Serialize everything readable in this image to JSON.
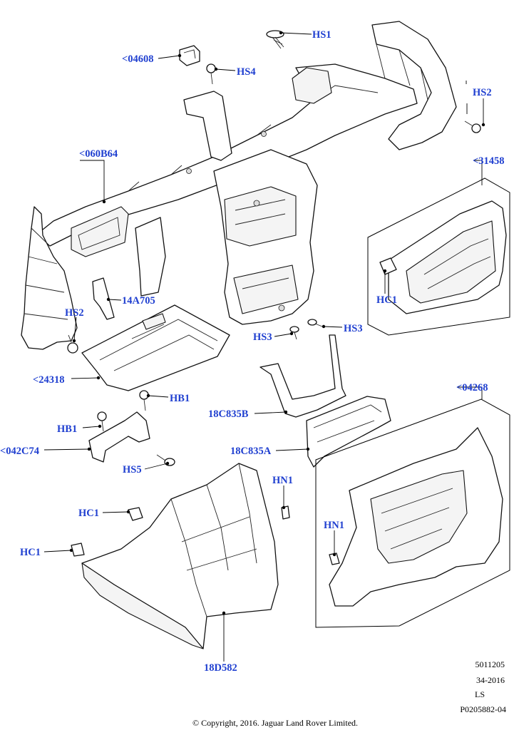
{
  "labels": {
    "hs1": "HS1",
    "a04608": "<04608",
    "hs4": "HS4",
    "hs2_top": "HS2",
    "a060b64": "<060B64",
    "a31458": "<31458",
    "hc1_box": "HC1",
    "hs2_left": "HS2",
    "a14a705": "14A705",
    "hs3_left": "HS3",
    "hs3_right": "HS3",
    "a24318": "<24318",
    "hb1_right": "HB1",
    "c18c835b": "18C835B",
    "a04268": "<04268",
    "hb1_left": "HB1",
    "a042c74": "<042C74",
    "c18c835a": "18C835A",
    "hs5": "HS5",
    "hn1_mid": "HN1",
    "hc1_a": "HC1",
    "hn1_box": "HN1",
    "hc1_b": "HC1",
    "c18d582": "18D582"
  },
  "meta": {
    "line1": "5011205",
    "line2": "34-2016",
    "line3": "LS",
    "line4": "P0205882-04"
  },
  "copyright": "© Copyright, 2016. Jaguar Land Rover Limited."
}
